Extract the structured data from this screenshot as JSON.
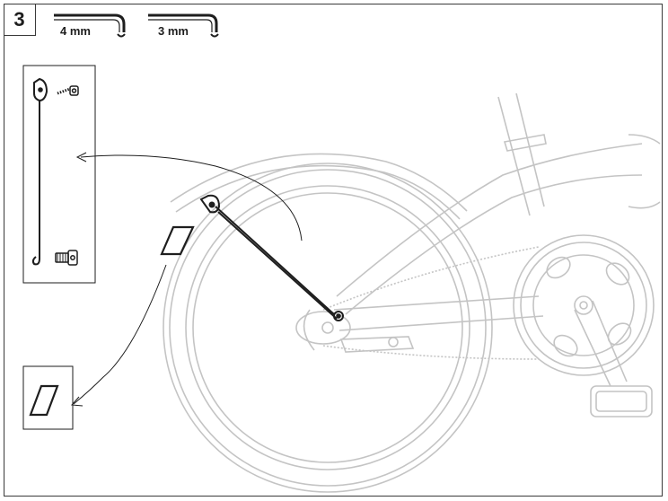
{
  "step": {
    "number": "3"
  },
  "tools": [
    {
      "label": "4 mm",
      "icon": "hex-key-icon"
    },
    {
      "label": "3 mm",
      "icon": "hex-key-icon"
    }
  ],
  "parts": {
    "stay": "fender-stay-icon",
    "bolt_small": "small-bolt-icon",
    "bolt_large": "bolt-icon",
    "reflector": "reflector-icon"
  },
  "colors": {
    "line": "#1e1e1e",
    "bike_outline": "#bdbdbd"
  }
}
